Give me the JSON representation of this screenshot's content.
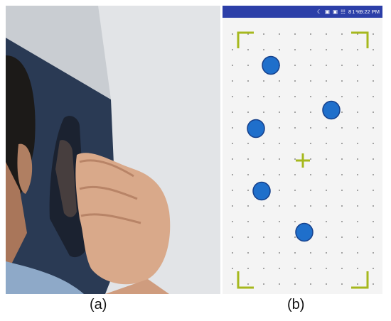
{
  "captions": {
    "a": "(a)",
    "b": "(b)"
  },
  "phone": {
    "status_icons": "☾ ▣ ▣ ☷ 81%",
    "time": "9:22 PM",
    "colors": {
      "status_bar": "#2c3fa8",
      "target": "#1f6fcb",
      "target_stroke": "#153f8a",
      "corner": "#a6b81d",
      "dot": "#8a8a8a"
    },
    "icons": [
      "moon-icon",
      "screenshot-icon",
      "sim-icon",
      "signal-icon",
      "battery-icon"
    ]
  }
}
